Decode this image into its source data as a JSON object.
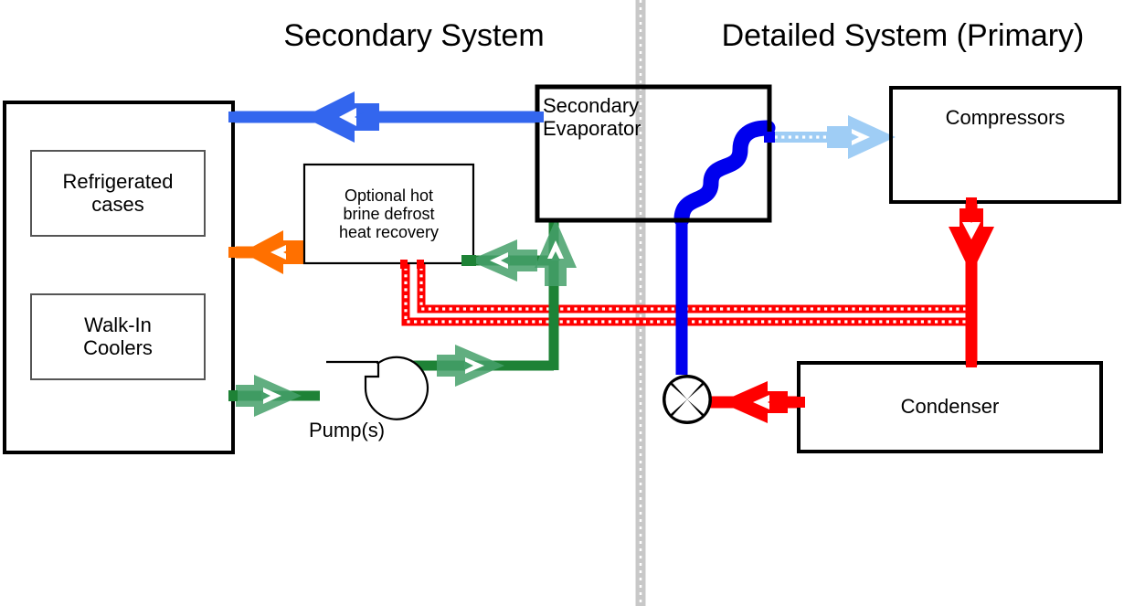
{
  "diagram": {
    "title_secondary": "Secondary System",
    "title_primary": "Detailed System (Primary)",
    "divider": {
      "name": "system-divider",
      "color": "#c8c8c8"
    },
    "boxes": {
      "store_enclosure": {
        "label": ""
      },
      "refrigerated_cases": {
        "label": "Refrigerated\ncases"
      },
      "walk_in_coolers": {
        "label": "Walk-In\nCoolers"
      },
      "hot_brine": {
        "label": "Optional hot\nbrine defrost\nheat recovery"
      },
      "secondary_evaporator": {
        "label": "Secondary\nEvaporator"
      },
      "compressors": {
        "label": "Compressors"
      },
      "condenser": {
        "label": "Condenser"
      }
    },
    "components": {
      "pump": {
        "label": "Pump(s)"
      },
      "expansion_valve": {
        "label": ""
      }
    },
    "flows": [
      {
        "name": "secondary-supply-to-cases",
        "color": "#3366ee",
        "style": "solid",
        "description": "Chilled brine supply from Secondary Evaporator to refrigerated cases"
      },
      {
        "name": "hot-brine-defrost-to-cases",
        "color": "#ff7000",
        "style": "solid",
        "description": "Hot brine defrost to refrigerated cases"
      },
      {
        "name": "brine-return-loop",
        "color": "#1e8236",
        "style": "solid",
        "description": "Brine return through pump to Secondary Evaporator"
      },
      {
        "name": "hot-gas-heat-recovery",
        "color": "#ff0000",
        "style": "dotted",
        "description": "Hot gas heat recovery lines"
      },
      {
        "name": "primary-suction-to-compressors",
        "color": "#9fcdf5",
        "style": "dotted-fill",
        "description": "Refrigerant vapor from Secondary Evaporator to Compressors"
      },
      {
        "name": "primary-discharge-to-condenser",
        "color": "#ff0000",
        "style": "solid",
        "description": "Hot discharge gas from Compressors to Condenser"
      },
      {
        "name": "liquid-to-expansion-valve",
        "color": "#ff0000",
        "style": "solid",
        "description": "Liquid refrigerant from Condenser to expansion valve"
      },
      {
        "name": "expansion-valve-to-evaporator",
        "color": "#0000ee",
        "style": "solid",
        "description": "Expanded refrigerant into Secondary Evaporator coil"
      }
    ],
    "colors": {
      "blue_supply": "#3366ee",
      "blue_refrigerant": "#0000ee",
      "light_blue": "#9fcdf5",
      "orange": "#ff7000",
      "green_line": "#1e8236",
      "green_arrow": "#45a06a",
      "red": "#ff0000",
      "black": "#000000",
      "gray_divider": "#c8c8c8"
    }
  }
}
